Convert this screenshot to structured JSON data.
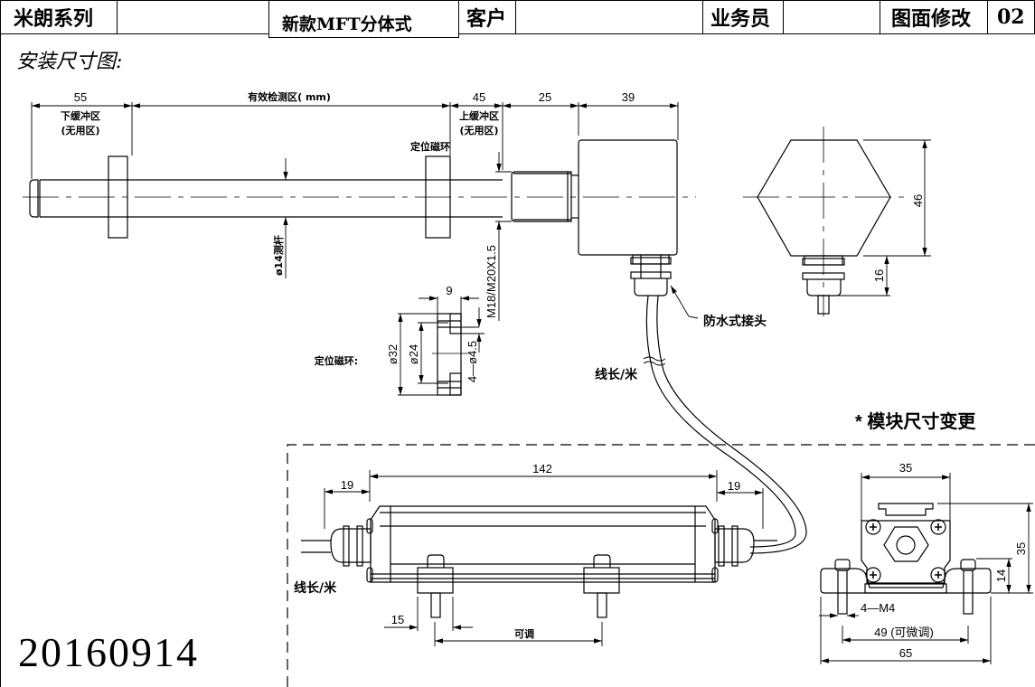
{
  "header": {
    "series": "米朗系列",
    "model": "新款MFT分体式",
    "customer_label": "客户",
    "customer_value": "",
    "salesperson_label": "业务员",
    "salesperson_value": "",
    "revision_label": "图面修改",
    "revision_value": "02"
  },
  "subtitle": "安装尺寸图:",
  "date": "20160914",
  "top_view": {
    "dims": {
      "lower_buffer": "55",
      "effective": "有效检测区(        mm)",
      "upper_buffer": "45",
      "thread_len": "25",
      "head_len": "39",
      "head_height": "46",
      "gland_height": "16"
    },
    "labels": {
      "lower_buffer": "下缓冲区",
      "lower_unused": "(无用区)",
      "upper_buffer": "上缓冲区",
      "upper_unused": "(无用区)",
      "magnet_ring": "定位磁环",
      "rod": "ø14测杆",
      "thread": "M18/M20X1.5",
      "waterproof": "防水式接头",
      "cable": "线长/米"
    }
  },
  "ring_detail": {
    "label": "定位磁环:",
    "width": "9",
    "outer_dia": "ø32",
    "inner_dia": "ø24",
    "holes": "4—ø4.5"
  },
  "module": {
    "title": "* 模块尺寸变更",
    "length": "142",
    "left_gland": "19",
    "right_gland": "19",
    "clamp": "15",
    "adjustable": "可调",
    "cable": "线长/米",
    "end_width": "35",
    "end_height": "35",
    "rail_height": "14",
    "screws": "4—M4",
    "hole_spacing": "49 (可微调)",
    "overall_width": "65"
  }
}
